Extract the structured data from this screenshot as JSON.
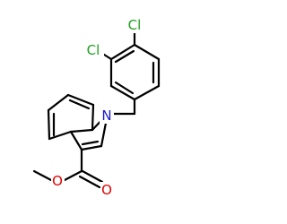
{
  "molecule": {
    "atoms": {
      "cl_top": "Cl",
      "cl_left": "Cl",
      "n": "N",
      "o_ester": "O",
      "o_carbonyl": "O"
    },
    "colors": {
      "bond": "#000000",
      "chlorine": "#1fa01f",
      "nitrogen": "#1a1acc",
      "oxygen": "#e00000"
    }
  }
}
